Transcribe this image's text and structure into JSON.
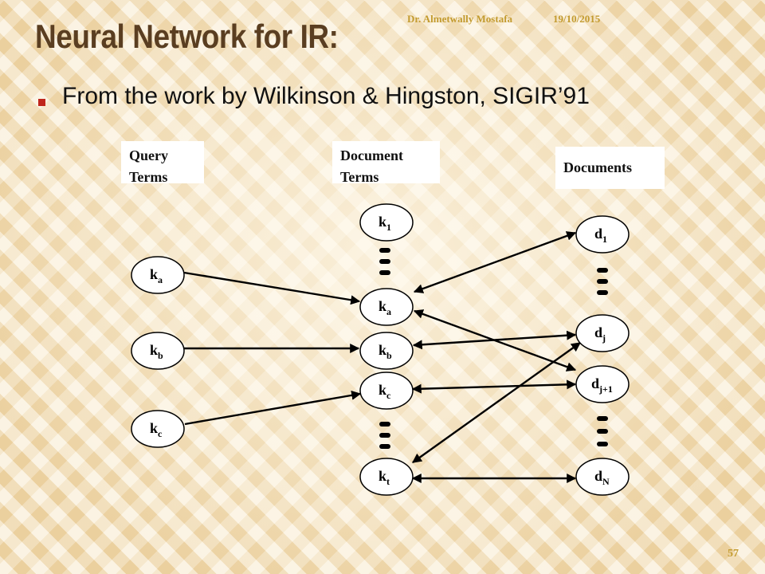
{
  "header": {
    "author": "Dr. Almetwally Mostafa",
    "date": "19/10/2015"
  },
  "slide": {
    "title": "Neural Network for IR:",
    "bullet": "From the work by Wilkinson & Hingston, SIGIR’91",
    "page_number": "57"
  },
  "diagram": {
    "column_labels": {
      "query_terms": [
        "Query",
        "Terms"
      ],
      "document_terms": [
        "Document",
        "Terms"
      ],
      "documents": "Documents"
    },
    "query_nodes": [
      {
        "base": "k",
        "sub": "a"
      },
      {
        "base": "k",
        "sub": "b"
      },
      {
        "base": "k",
        "sub": "c"
      }
    ],
    "term_nodes": [
      {
        "base": "k",
        "sub": "1"
      },
      {
        "base": "k",
        "sub": "a"
      },
      {
        "base": "k",
        "sub": "b"
      },
      {
        "base": "k",
        "sub": "c"
      },
      {
        "base": "k",
        "sub": "t"
      }
    ],
    "doc_nodes": [
      {
        "base": "d",
        "sub": "1"
      },
      {
        "base": "d",
        "sub": "j"
      },
      {
        "base": "d",
        "sub": "j+1"
      },
      {
        "base": "d",
        "sub": "N"
      }
    ],
    "colors": {
      "title": "#5a3e21",
      "bullet": "#c0261c",
      "accent": "#c39b2f",
      "line": "#000000"
    }
  }
}
